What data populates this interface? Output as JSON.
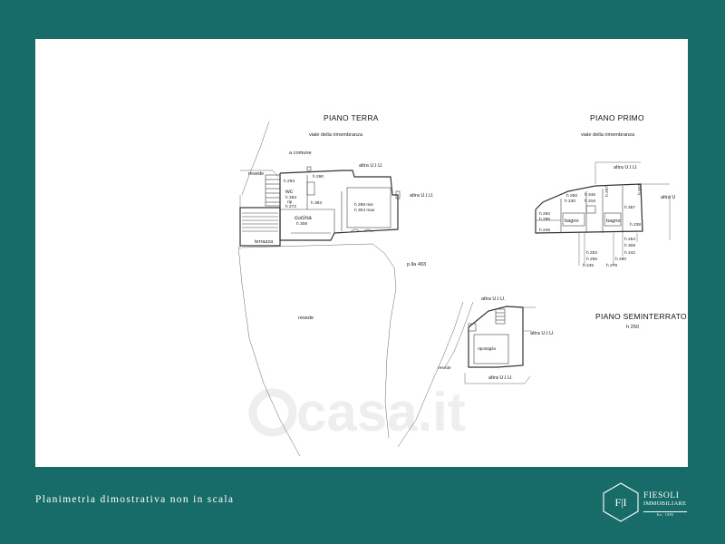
{
  "plan": {
    "ground_floor": {
      "title": "PIANO TERRA",
      "street": "viale della rimembranza",
      "common": "a comune",
      "other_unit_1": "altra U.I.U.",
      "other_unit_2": "altra U.I.U.",
      "resede": "resede",
      "terrace": "terrazza",
      "wc": "wc",
      "kitchen": "cucina",
      "parcel": "p.lla 493",
      "resede_big": "resede",
      "heights": [
        "h 293",
        "h 290",
        "h 363",
        "h 272",
        "h 383",
        "h 298 min",
        "h 304 max",
        "h 308",
        "rip"
      ]
    },
    "first_floor": {
      "title": "PIANO PRIMO",
      "street": "viale della rimembranza",
      "other_unit_1": "altra U.I.U.",
      "other_unit_2": "altra U",
      "bathroom_1": "bagno",
      "bathroom_2": "bagno",
      "heights": [
        "h 250",
        "h 346",
        "h 297",
        "h 403",
        "h 230",
        "h 316",
        "h 357",
        "h 250",
        "h 296",
        "h 238",
        "h 245",
        "h 254",
        "h 308",
        "h 253",
        "h 242",
        "h 256",
        "h 290",
        "h 245",
        "h 279",
        "h 254"
      ]
    },
    "basement": {
      "title": "PIANO SEMINTERRATO",
      "height": "h 250",
      "other_unit_1": "altra U.I.U.",
      "other_unit_2": "altra U.I.U.",
      "other_unit_3": "altra U.I.U.",
      "storage": "ripostiglio",
      "resede": "resede"
    },
    "watermark": "casa.it"
  },
  "footer": {
    "caption": "Planimetria dimostrativa non in scala"
  },
  "logo": {
    "mark": "F|I",
    "name": "FIESOLI",
    "subtitle": "IMMOBILIARE",
    "est": "Est. 1985"
  },
  "colors": {
    "background": "#176b68",
    "sheet": "#ffffff",
    "ink": "#333333"
  }
}
